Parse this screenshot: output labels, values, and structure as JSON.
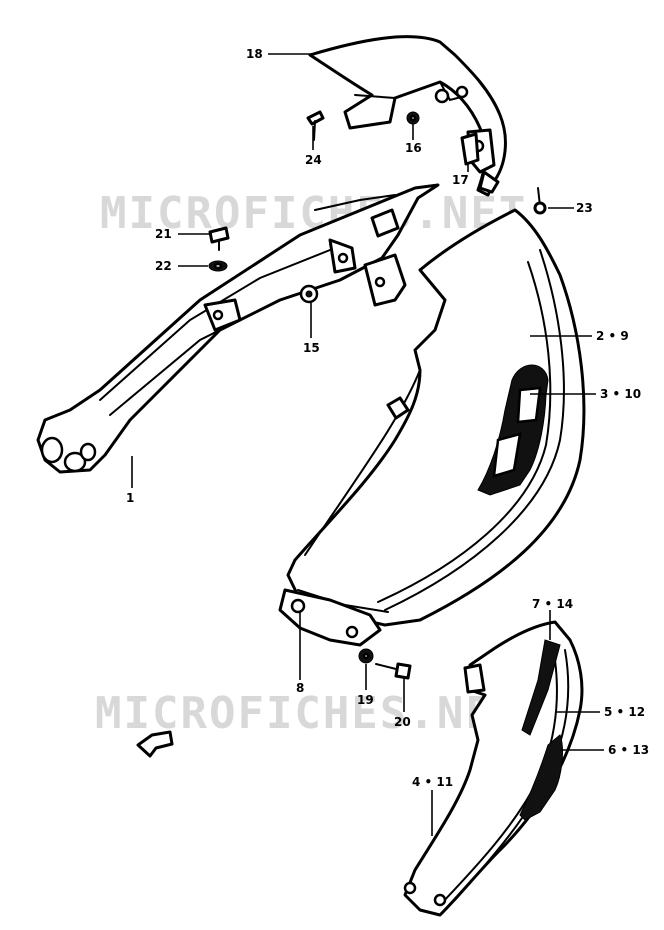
{
  "diagram": {
    "watermark_text": "MICROFICHES.NET",
    "callouts": {
      "p18": "18",
      "p24": "24",
      "p16": "16",
      "p17": "17",
      "p23": "23",
      "p21": "21",
      "p22": "22",
      "p15": "15",
      "p2_9": "2 • 9",
      "p3_10": "3 • 10",
      "p1": "1",
      "p8": "8",
      "p19": "19",
      "p20": "20",
      "p7_14": "7 • 14",
      "p5_12": "5 • 12",
      "p6_13": "6 • 13",
      "p4_11": "4 • 11"
    },
    "colors": {
      "line": "#000000",
      "watermark": "#d8d8d8",
      "background": "#ffffff"
    }
  }
}
